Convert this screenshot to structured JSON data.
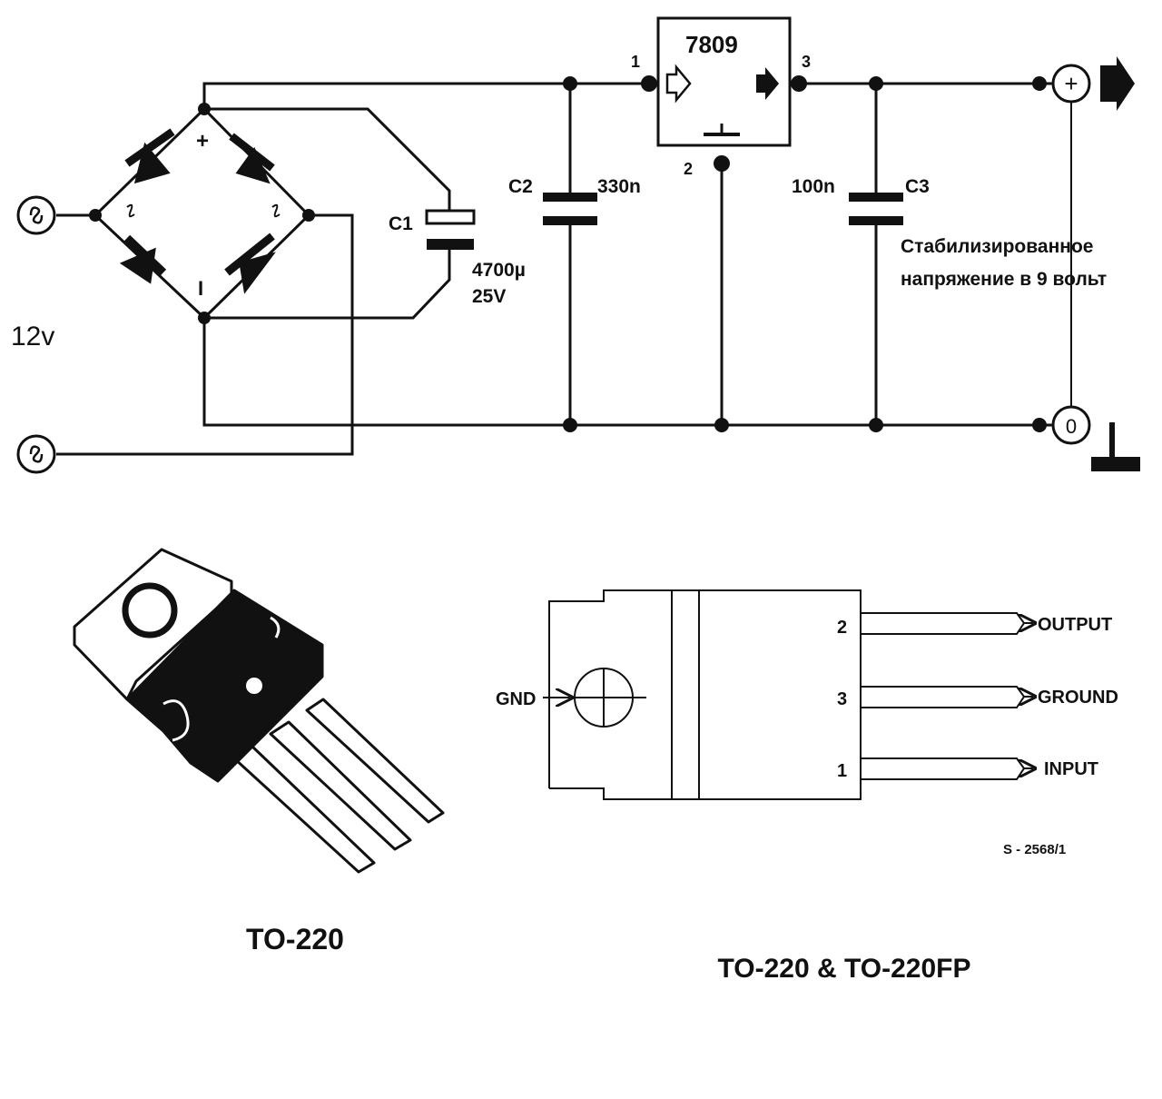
{
  "schematic": {
    "regulator": "7809",
    "pins": {
      "input": "1",
      "ground": "2",
      "output": "3"
    },
    "input_voltage": "12v",
    "bridge": {
      "plus": "+",
      "minus": "I"
    },
    "c1": {
      "name": "C1",
      "value": "4700µ",
      "voltage": "25V"
    },
    "c2": {
      "name": "C2",
      "value": "330n"
    },
    "c3": {
      "name": "C3",
      "value": "100n"
    },
    "out_plus": "+",
    "out_zero": "0",
    "note_line1": "Стабилизированное",
    "note_line2": "напряжение в 9 вольт"
  },
  "package_photo": {
    "caption": "TO-220"
  },
  "pinout": {
    "gnd": "GND",
    "pins": [
      {
        "num": "2",
        "label": "OUTPUT"
      },
      {
        "num": "3",
        "label": "GROUND"
      },
      {
        "num": "1",
        "label": "INPUT"
      }
    ],
    "ref": "S - 2568/1",
    "caption": "TO-220 & TO-220FP"
  }
}
